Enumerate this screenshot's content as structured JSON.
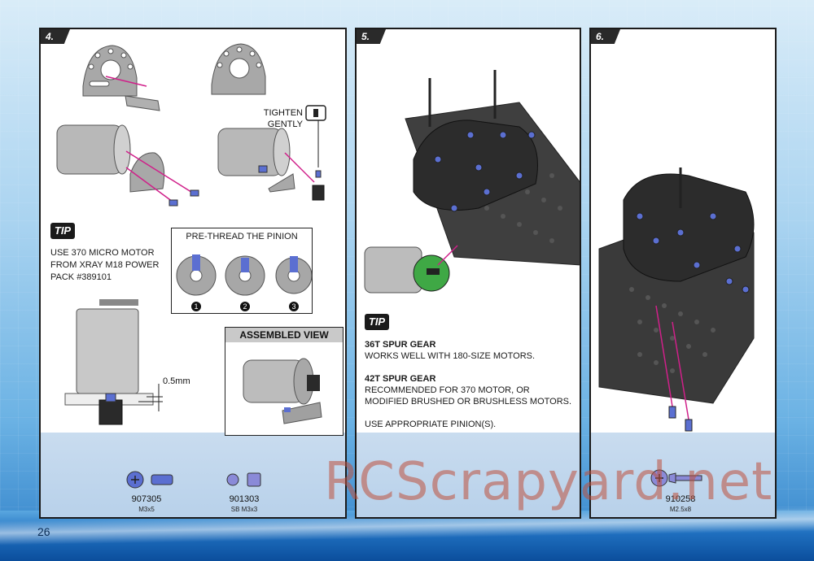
{
  "page_number": "26",
  "steps": [
    {
      "number": "4.",
      "tighten_label_line1": "TIGHTEN",
      "tighten_label_line2": "GENTLY",
      "tip": {
        "badge": "TIP",
        "lines": [
          "USE 370 MICRO MOTOR",
          "FROM XRAY M18 POWER",
          "PACK #389101"
        ]
      },
      "pinion_box": {
        "title": "PRE-THREAD THE PINION",
        "steps": [
          "1",
          "2",
          "3"
        ]
      },
      "measure_label": "0.5mm",
      "assembled_title": "ASSEMBLED VIEW",
      "parts": [
        {
          "code": "907305",
          "size": "M3x5"
        },
        {
          "code": "901303",
          "size": "SB M3x3"
        }
      ]
    },
    {
      "number": "5.",
      "tip": {
        "badge": "TIP",
        "heading1": "36T SPUR GEAR",
        "text1": "WORKS WELL WITH 180-SIZE MOTORS.",
        "heading2": "42T SPUR GEAR",
        "text2_line1": "RECOMMENDED FOR 370 MOTOR, OR",
        "text2_line2": "MODIFIED BRUSHED OR BRUSHLESS MOTORS.",
        "text3": "USE APPROPRIATE PINION(S)."
      }
    },
    {
      "number": "6.",
      "parts": [
        {
          "code": "910258",
          "size": "M2.5x8"
        }
      ]
    }
  ],
  "watermark": "RCScrapyard.net",
  "colors": {
    "screw_blue": "#5b6fd1",
    "arrow_magenta": "#d0208a",
    "part_grey": "#9a9a9a",
    "carbon_dark": "#3a3a3a",
    "parts_strip": "#c9dcef"
  }
}
